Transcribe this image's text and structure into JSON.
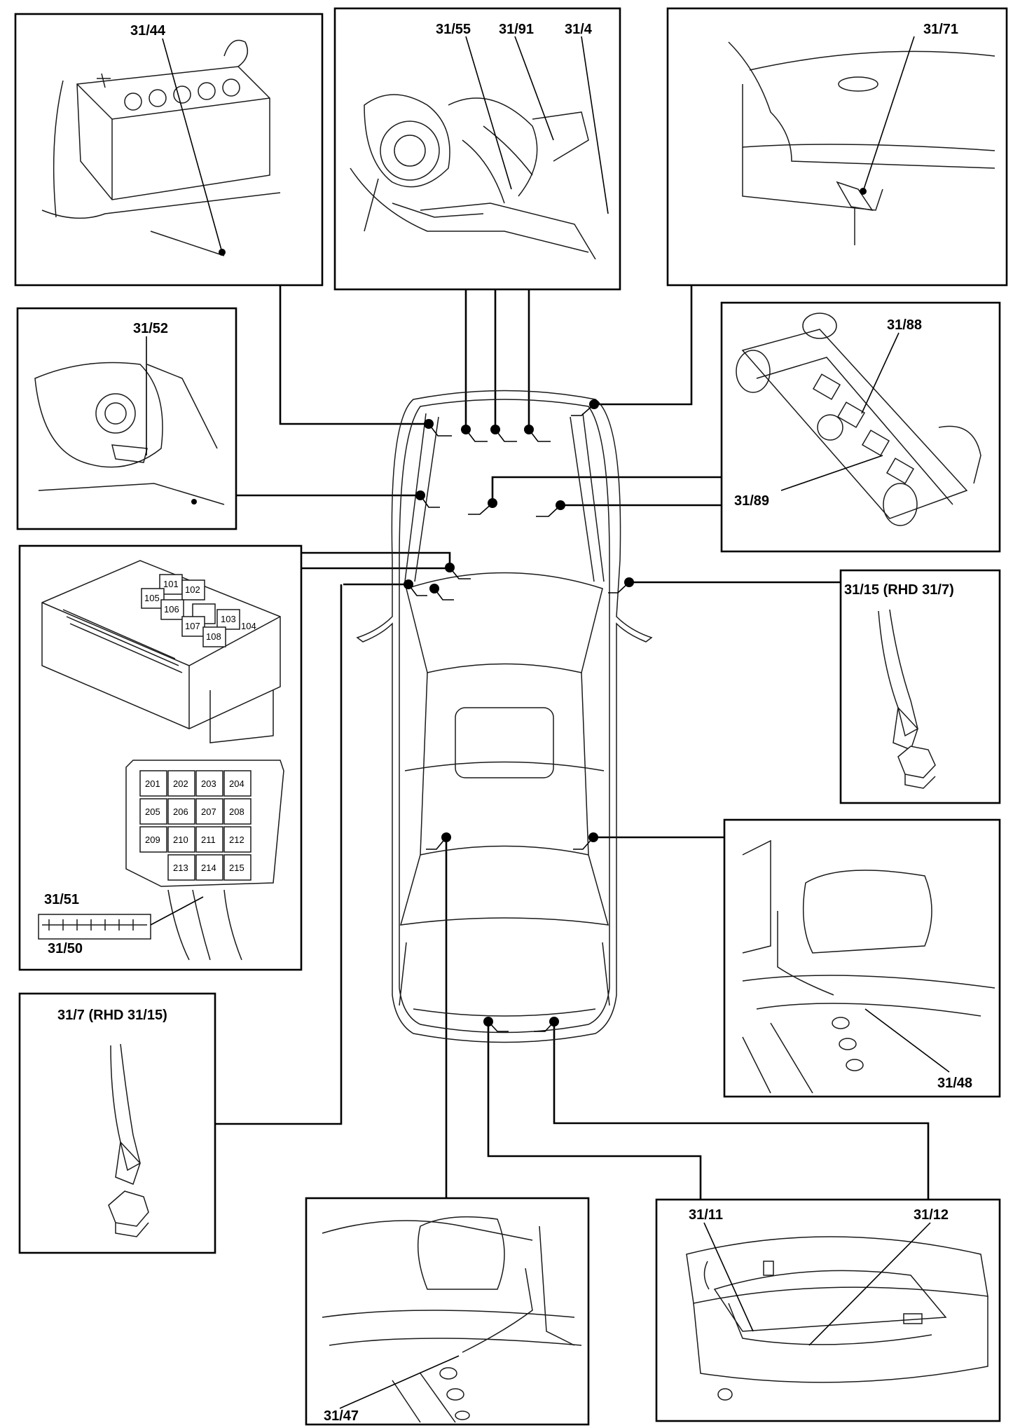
{
  "labels": {
    "battery": "31/44",
    "engine_a": "31/55",
    "engine_b": "31/91",
    "engine_c": "31/4",
    "hood": "31/71",
    "strut": "31/52",
    "ignition_top": "31/88",
    "ignition_bottom": "31/89",
    "ground_rhd_a": "31/15 (RHD 31/7)",
    "ground_rhd_b": "31/7 (RHD 31/15)",
    "connector_top": "31/51",
    "connector_bottom": "31/50",
    "boot_right": "31/48",
    "boot_left": "31/47",
    "trunk_a": "31/11",
    "trunk_b": "31/12"
  },
  "fusebox": {
    "relays": [
      "101",
      "102",
      "103",
      "104",
      "105",
      "106",
      "107",
      "108"
    ],
    "fuses": [
      "201",
      "202",
      "203",
      "204",
      "205",
      "206",
      "207",
      "208",
      "209",
      "210",
      "211",
      "212",
      "213",
      "214",
      "215"
    ]
  }
}
